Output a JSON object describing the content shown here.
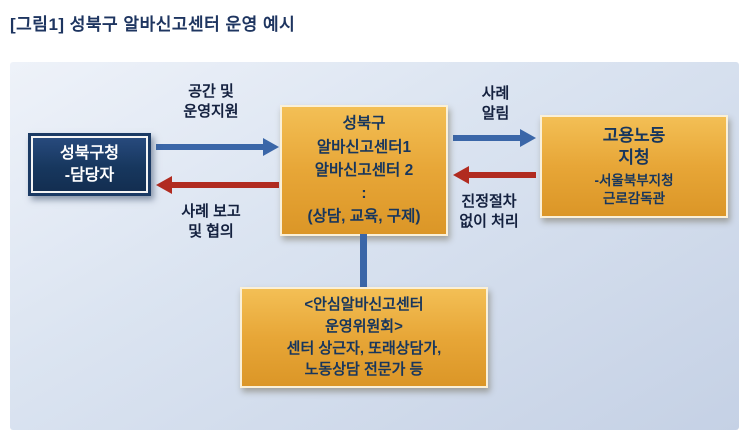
{
  "title": "[그림1] 성북구 알바신고센터 운영 예시",
  "diagram": {
    "left_box": {
      "text": "성북구청\n-담당자"
    },
    "center_box": {
      "text": "성북구\n알바신고센터1\n알바신고센터 2\n:\n(상담, 교육, 구제)"
    },
    "right_box": {
      "title": "고용노동\n지청",
      "subtitle": "-서울북부지청\n근로감독관"
    },
    "bottom_box": {
      "text": "<안심알바신고센터\n운영위원회>\n센터 상근자, 또래상담가,\n노동상담 전문가 등"
    },
    "labels": {
      "space_support": "공간 및\n운영지원",
      "case_report": "사례 보고\n및 협의",
      "case_notify": "사례\n알림",
      "no_petition": "진정절차\n없이 처리"
    },
    "colors": {
      "navy_box": "#17375e",
      "gold_box": "#e8a93c",
      "blue_arrow": "#3a66a8",
      "red_arrow": "#b12b20",
      "panel_bg": "#d5dfee",
      "text_navy": "#17365d"
    }
  }
}
